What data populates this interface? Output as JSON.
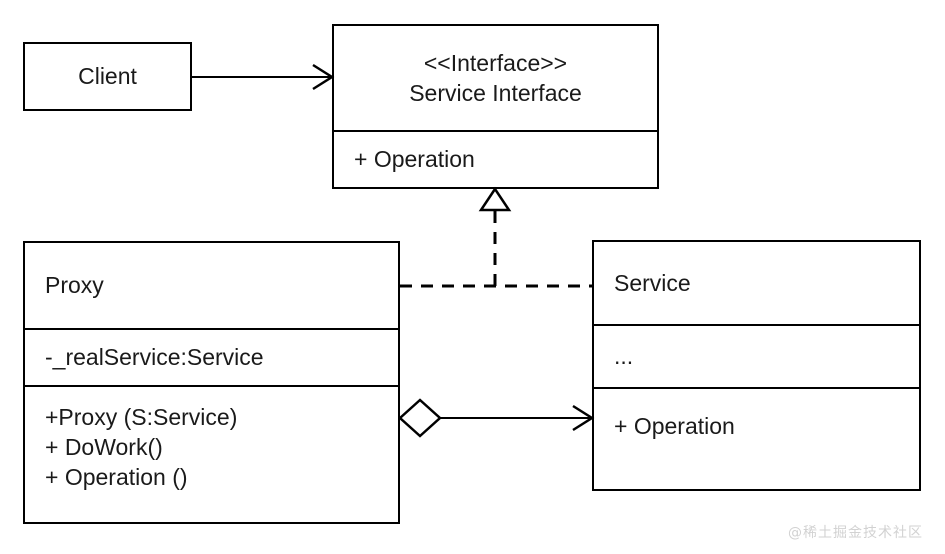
{
  "diagram": {
    "title": "Proxy Design Pattern UML Class Diagram",
    "background_color": "#ffffff",
    "stroke_color": "#000000",
    "text_color": "#1a1a1a"
  },
  "classes": {
    "client": {
      "name": "Client",
      "compartments": [
        {
          "kind": "name",
          "lines": [
            "Client"
          ],
          "align": "center"
        }
      ]
    },
    "service_interface": {
      "stereotype": "<<Interface>>",
      "name": "Service Interface",
      "compartments": [
        {
          "kind": "name",
          "lines": [
            "<<Interface>>",
            "Service Interface"
          ],
          "align": "center"
        },
        {
          "kind": "operations",
          "lines": [
            "+ Operation"
          ],
          "align": "left"
        }
      ]
    },
    "proxy": {
      "name": "Proxy",
      "compartments": [
        {
          "kind": "name",
          "lines": [
            "Proxy"
          ],
          "align": "left"
        },
        {
          "kind": "attributes",
          "lines": [
            "-_realService:Service"
          ],
          "align": "left"
        },
        {
          "kind": "operations",
          "lines": [
            "+Proxy (S:Service)",
            "+ DoWork()",
            "+ Operation ()"
          ],
          "align": "left"
        }
      ]
    },
    "service": {
      "name": "Service",
      "compartments": [
        {
          "kind": "name",
          "lines": [
            "Service"
          ],
          "align": "left"
        },
        {
          "kind": "attributes",
          "lines": [
            "..."
          ],
          "align": "left"
        },
        {
          "kind": "operations",
          "lines": [
            "+ Operation"
          ],
          "align": "left"
        }
      ]
    }
  },
  "relationships": [
    {
      "id": "client-uses-interface",
      "from": "client",
      "to": "service_interface",
      "type": "association",
      "line": "solid",
      "arrowhead": "open"
    },
    {
      "id": "proxy-realizes-interface",
      "from": "proxy",
      "to": "service_interface",
      "type": "realization",
      "line": "dashed",
      "arrowhead": "hollow-triangle"
    },
    {
      "id": "service-realizes-interface",
      "from": "service",
      "to": "service_interface",
      "type": "realization",
      "line": "dashed",
      "arrowhead": "hollow-triangle"
    },
    {
      "id": "proxy-aggregates-service",
      "from": "proxy",
      "to": "service",
      "type": "aggregation",
      "line": "solid",
      "arrowhead": "open",
      "tail": "hollow-diamond"
    }
  ],
  "watermark": {
    "text": "@稀土掘金技术社区"
  }
}
